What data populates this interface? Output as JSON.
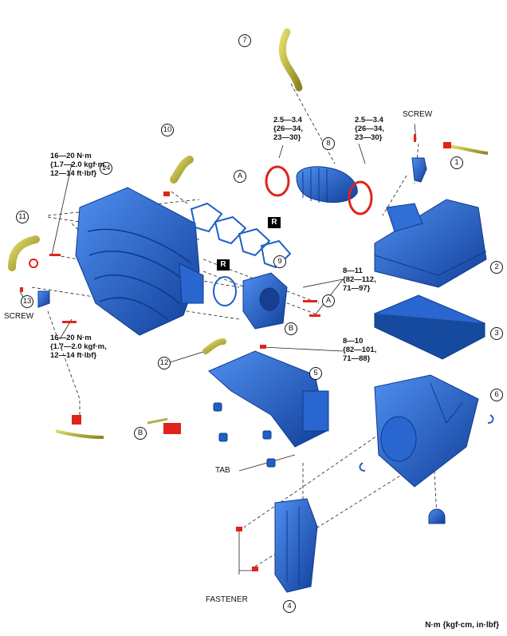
{
  "callouts": {
    "c1": "1",
    "c2": "2",
    "c3": "3",
    "c4": "4",
    "c5": "5",
    "c6": "6",
    "c7": "7",
    "c8": "8",
    "c9": "9",
    "c10": "10",
    "c11": "11",
    "c12": "12",
    "c13": "13",
    "c14": "14",
    "refA": "A",
    "refB": "B"
  },
  "marks": {
    "replace": "R"
  },
  "labels": {
    "screw": "SCREW",
    "tab": "TAB",
    "fastener": "FASTENER"
  },
  "torques": {
    "clamp_left": "2.5—3.4\n{26—34,\n23—30}",
    "clamp_right": "2.5—3.4\n{26—34,\n23—30}",
    "manifold_top": "16—20 N·m\n{1.7—2.0 kgf·m,\n12—14 ft·lbf}",
    "manifold_bottom": "16—20 N·m\n{1.7—2.0 kgf·m,\n12—14 ft·lbf}",
    "throttle_body": "8—11\n{82—112,\n71—97}",
    "duct_bolt": "8—10\n{82—101,\n71—88}"
  },
  "footer": {
    "units": "N·m {kgf·cm, in·lbf}"
  },
  "colors": {
    "part_blue": "#1f5fc7",
    "part_dark": "#0d3a8c",
    "hose_yellow": "#b7b02a",
    "clamp_red": "#e0241b"
  }
}
